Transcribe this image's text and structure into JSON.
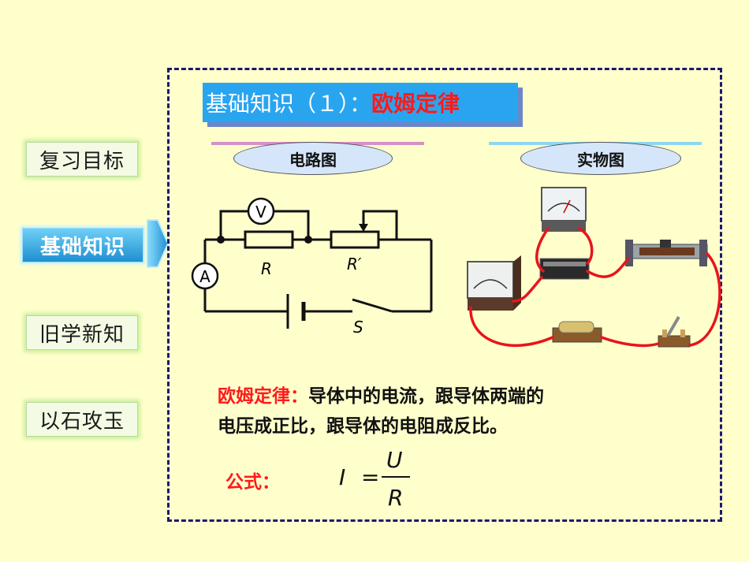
{
  "sidebar": {
    "items": [
      {
        "label": "复习目标"
      },
      {
        "label": "基础知识"
      },
      {
        "label": "旧学新知"
      },
      {
        "label": "以石攻玉"
      }
    ]
  },
  "slide": {
    "title_prefix": "基础知识（１）：",
    "title_highlight": "欧姆定律",
    "circuit_label": "电路图",
    "physical_label": "实物图",
    "circuit": {
      "voltmeter": "V",
      "ammeter": "A",
      "resistor": "R",
      "rheostat": "R′",
      "switch": "S"
    },
    "law_term": "欧姆定律：",
    "law_line1": "导体中的电流，跟导体两端的",
    "law_line2": "电压成正比，跟导体的电阻成反比。",
    "formula_label": "公式：",
    "formula": {
      "lhs": "I",
      "eq": "=",
      "num": "U",
      "den": "R"
    }
  },
  "colors": {
    "accent": "#29a5f0",
    "highlight": "#ff1a1a",
    "frame": "#1a1a6e",
    "background": "#ffffcc"
  }
}
